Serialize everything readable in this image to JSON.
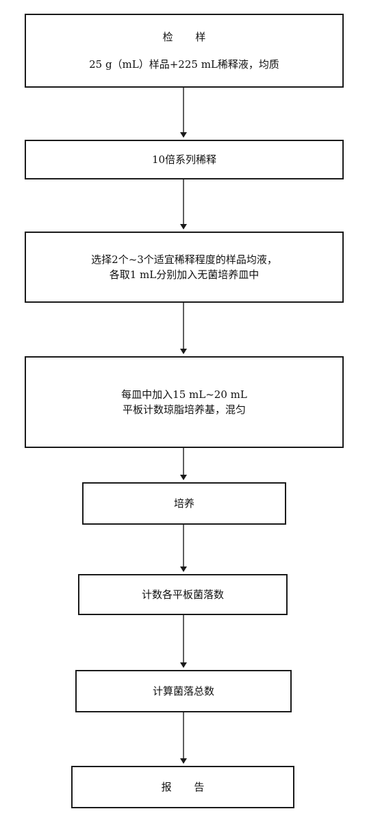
{
  "flowchart": {
    "step1": {
      "title": "检 样",
      "detail": "25 g（mL）样品+225 mL稀释液，均质"
    },
    "step2": {
      "text": "10倍系列稀释"
    },
    "step3": {
      "line1": "选择2个~3个适宜稀释程度的样品均液，",
      "line2": "各取1 mL分别加入无菌培养皿中"
    },
    "step4": {
      "line1": "每皿中加入15 mL~20 mL",
      "line2": "平板计数琼脂培养基，混匀"
    },
    "step5": {
      "text": "培养"
    },
    "step6": {
      "text": "计数各平板菌落数"
    },
    "step7": {
      "text": "计算菌落总数"
    },
    "step8": {
      "text": "报 告"
    }
  }
}
